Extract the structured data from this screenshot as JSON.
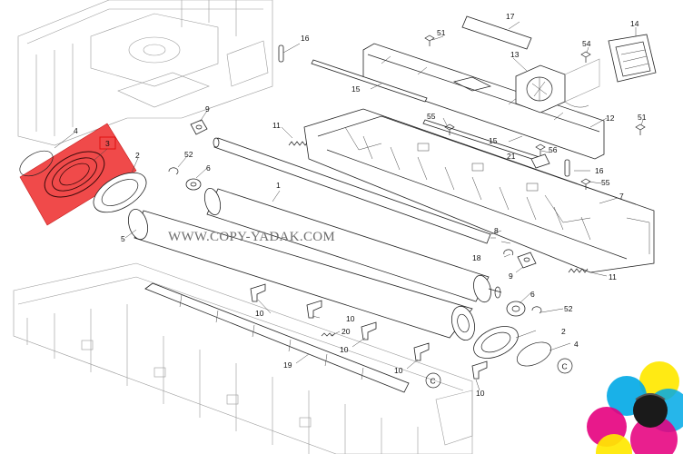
{
  "watermark": "WWW.COPY-YADAK.COM",
  "callouts": [
    {
      "id": "c1",
      "text": "1"
    },
    {
      "id": "c2a",
      "text": "2"
    },
    {
      "id": "c2b",
      "text": "2"
    },
    {
      "id": "c3",
      "text": "3"
    },
    {
      "id": "c4a",
      "text": "4"
    },
    {
      "id": "c4b",
      "text": "4"
    },
    {
      "id": "c5",
      "text": "5"
    },
    {
      "id": "c6a",
      "text": "6"
    },
    {
      "id": "c6b",
      "text": "6"
    },
    {
      "id": "c7",
      "text": "7"
    },
    {
      "id": "c8",
      "text": "8"
    },
    {
      "id": "c9a",
      "text": "9"
    },
    {
      "id": "c9b",
      "text": "9"
    },
    {
      "id": "c10a",
      "text": "10"
    },
    {
      "id": "c10b",
      "text": "10"
    },
    {
      "id": "c10c",
      "text": "10"
    },
    {
      "id": "c10d",
      "text": "10"
    },
    {
      "id": "c10e",
      "text": "10"
    },
    {
      "id": "c11a",
      "text": "11"
    },
    {
      "id": "c11b",
      "text": "11"
    },
    {
      "id": "c12",
      "text": "12"
    },
    {
      "id": "c13",
      "text": "13"
    },
    {
      "id": "c14",
      "text": "14"
    },
    {
      "id": "c15a",
      "text": "15"
    },
    {
      "id": "c15b",
      "text": "15"
    },
    {
      "id": "c16a",
      "text": "16"
    },
    {
      "id": "c16b",
      "text": "16"
    },
    {
      "id": "c17",
      "text": "17"
    },
    {
      "id": "c18",
      "text": "18"
    },
    {
      "id": "c19",
      "text": "19"
    },
    {
      "id": "c20",
      "text": "20"
    },
    {
      "id": "c21",
      "text": "21"
    },
    {
      "id": "c51a",
      "text": "51"
    },
    {
      "id": "c51b",
      "text": "51"
    },
    {
      "id": "c52a",
      "text": "52"
    },
    {
      "id": "c52b",
      "text": "52"
    },
    {
      "id": "c54",
      "text": "54"
    },
    {
      "id": "c55a",
      "text": "55"
    },
    {
      "id": "c55b",
      "text": "55"
    },
    {
      "id": "c56",
      "text": "56"
    },
    {
      "id": "cCa",
      "text": "C"
    },
    {
      "id": "cCb",
      "text": "C"
    }
  ],
  "colors": {
    "highlight_fill": "#f04a4a",
    "highlight_box": "#e01010",
    "line": "#222222",
    "watermark": "#6e6e6e",
    "ink_cyan": "#00a9e6",
    "ink_magenta": "#e6007e",
    "ink_yellow": "#ffe800",
    "ink_black": "#1a1a1a"
  }
}
